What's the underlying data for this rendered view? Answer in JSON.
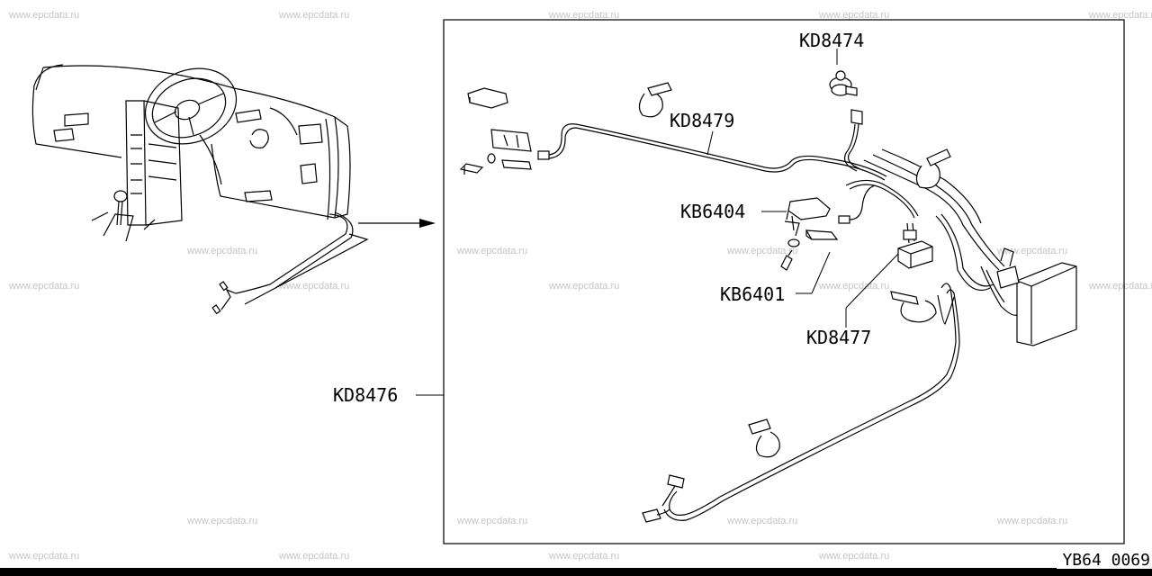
{
  "watermark": "www.epcdata.ru",
  "drawing_code": "YB64 0069",
  "callouts": {
    "kd8474": "KD8474",
    "kd8479": "KD8479",
    "kb6404": "KB6404",
    "kb6401": "KB6401",
    "kd8477": "KD8477",
    "kd8476": "KD8476"
  }
}
